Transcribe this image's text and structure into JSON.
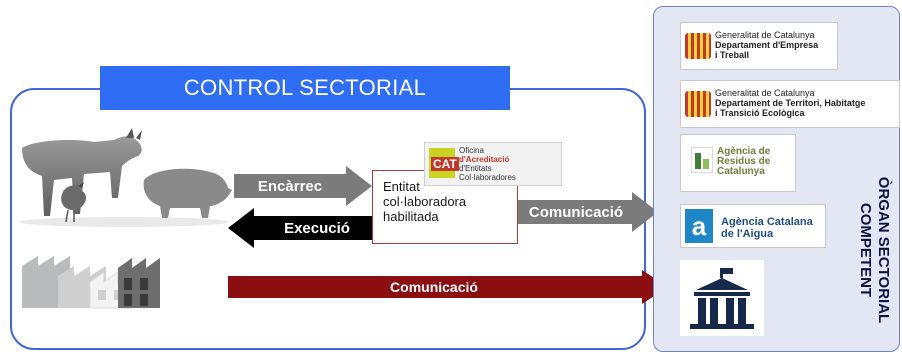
{
  "control": {
    "title": "CONTROL SECTORIAL"
  },
  "arrows": {
    "encarrec": "Encàrrec",
    "execucio": "Execució",
    "comunicacio_entity": "Comunicació",
    "comunicacio_direct": "Comunicació"
  },
  "entity": {
    "line1": "Entitat",
    "line2": "col·laboradora",
    "line3": "habilitada"
  },
  "acat": {
    "mark": "CAT",
    "line1": "Oficina",
    "line2": "d'Acreditació",
    "line3": "d'Entitats",
    "line4": "Col·laboradores"
  },
  "organ": {
    "title_line1": "ÒRGAN SECTORIAL",
    "title_line2": "COMPETENT",
    "logo1": {
      "line1": "Generalitat de Catalunya",
      "line2": "Departament d'Empresa",
      "line3": "i Treball"
    },
    "logo2": {
      "line1": "Generalitat de Catalunya",
      "line2": "Departament de Territori, Habitatge",
      "line3": "i Transició Ecològica"
    },
    "logo3": {
      "line1": "Agència de",
      "line2": "Residus de",
      "line3": "Catalunya"
    },
    "logo4": {
      "line1": "Agència Catalana",
      "line2": "de l'Aigua"
    }
  },
  "colors": {
    "accent_blue": "#2f6df4",
    "arrow_grey": "#7b7b7b",
    "arrow_black": "#000000",
    "arrow_darkred": "#8b0f10"
  }
}
